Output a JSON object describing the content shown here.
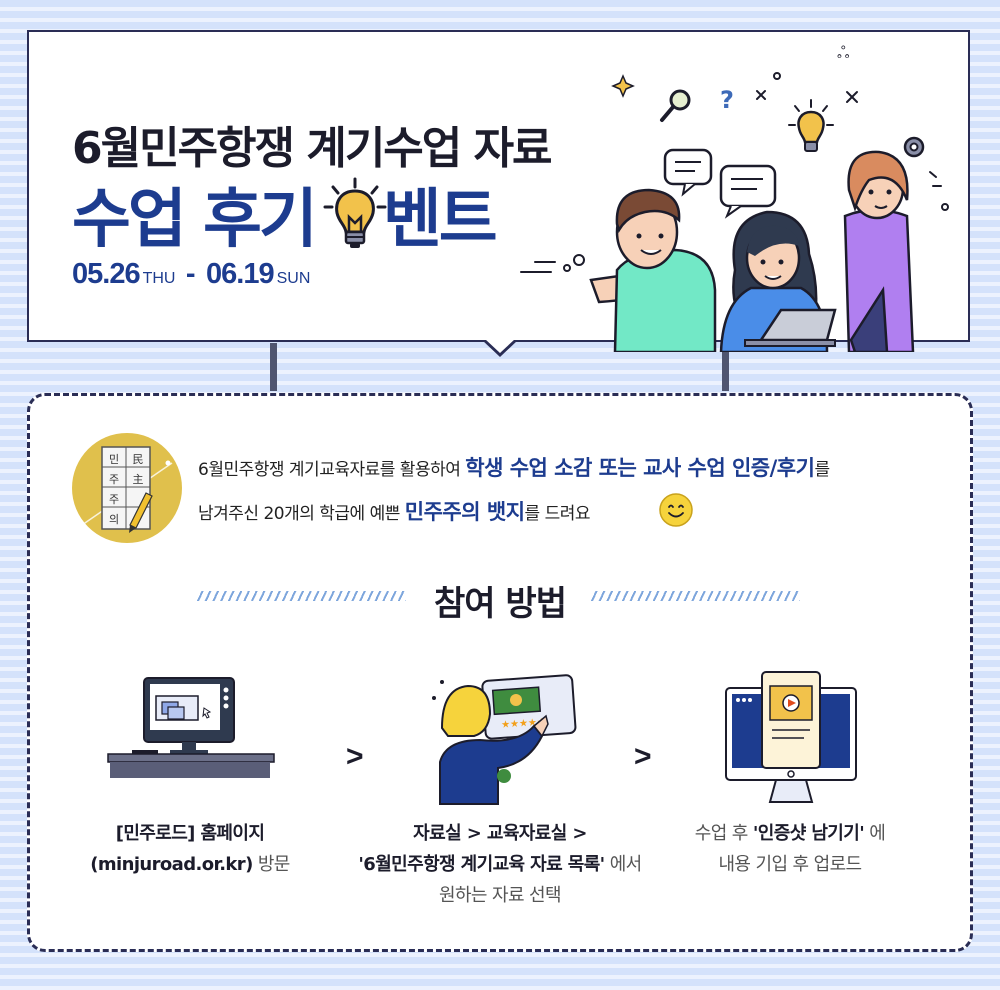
{
  "header": {
    "title_line1": "6월민주항쟁 계기수업 자료",
    "title_line2_part1": "수업 후기",
    "title_line2_part2": "벤트",
    "date_start": "05.26",
    "day_start": "THU",
    "dash": "-",
    "date_end": "06.19",
    "day_end": "SUN"
  },
  "badge_chars": [
    "민",
    "民",
    "주",
    "主",
    "주",
    "의"
  ],
  "description": {
    "line1_prefix": "6월민주항쟁 계기교육자료를 활용하여",
    "line1_highlight": "학생 수업 소감 또는 교사 수업 인증/후기",
    "line1_suffix": "를",
    "line2_prefix": "남겨주신 20개의 학급에 예쁜",
    "line2_highlight": "민주주의 뱃지",
    "line2_suffix": "를 드려요"
  },
  "section": {
    "title": "참여 방법"
  },
  "steps": [
    {
      "line1": "[민주로드] 홈페이지",
      "line2_bold": "(minjuroad.or.kr)",
      "line2_normal": "방문"
    },
    {
      "line1": "자료실 > 교육자료실 >",
      "line2_bold": "'6월민주항쟁 계기교육 자료 목록'",
      "line2_normal": "에서",
      "line3": "원하는 자료 선택"
    },
    {
      "line1_normal": "수업 후",
      "line1_bold": "'인증샷 남기기'",
      "line1_suffix": "에",
      "line2": "내용 기입 후 업로드"
    }
  ],
  "step_arrow": ">",
  "colors": {
    "navy": "#1d3c8f",
    "border": "#2a2d55",
    "background": "#d4e2fb",
    "accent_yellow": "#f2c24b"
  },
  "icons": [
    "lightbulb-icon",
    "magnifier-icon",
    "question-icon",
    "speech-bubble-icon",
    "gear-icon",
    "smiley-icon",
    "monitor-icon",
    "tablet-icon"
  ]
}
